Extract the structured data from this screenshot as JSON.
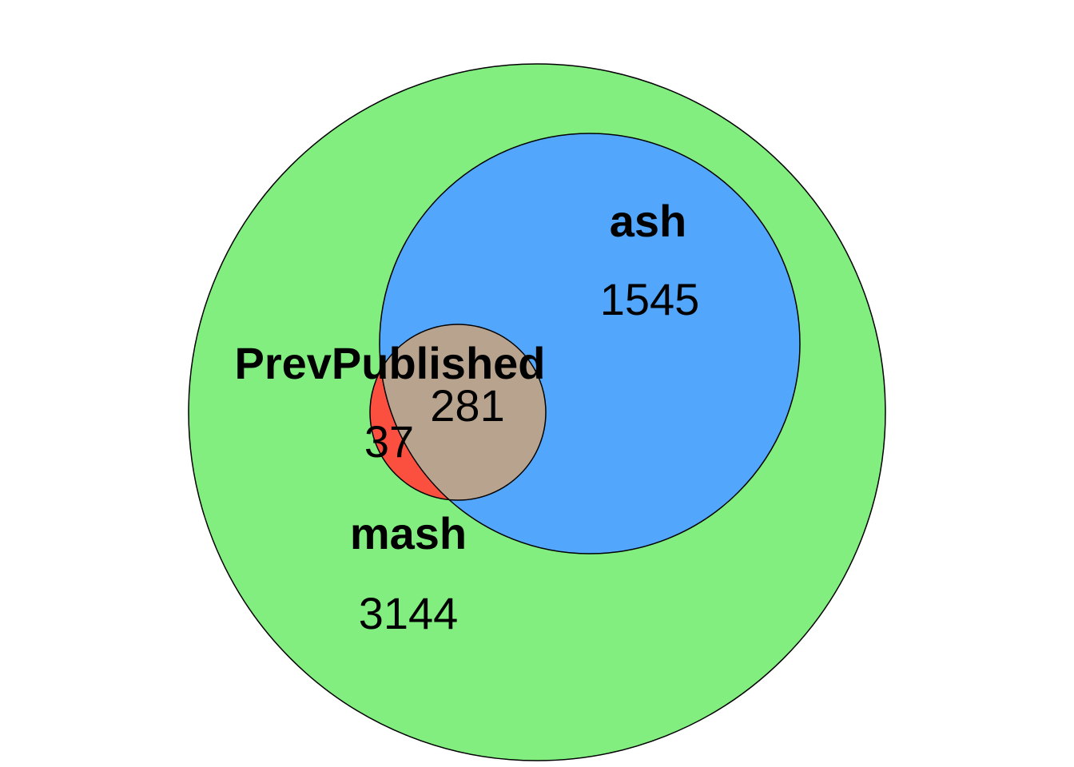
{
  "venn": {
    "sets": [
      {
        "key": "mash",
        "label": "mash",
        "count": "3144",
        "color": "#82ee80"
      },
      {
        "key": "ash",
        "label": "ash",
        "count": "1545",
        "color": "#52a6fc"
      },
      {
        "key": "prev_published",
        "label": "PrevPublished",
        "count": "37",
        "color": "#fb4f3f"
      }
    ],
    "overlap": {
      "count": "281",
      "color": "#b8a48e"
    },
    "outline_color": "#000000"
  }
}
